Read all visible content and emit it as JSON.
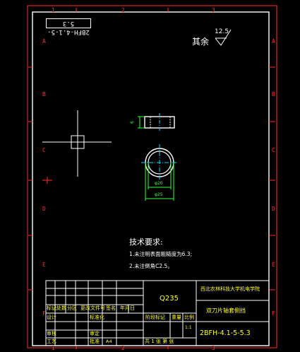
{
  "zones": {
    "top": [
      "1",
      "2",
      "3"
    ],
    "left": [
      "A",
      "B",
      "C",
      "D",
      "E",
      "F"
    ],
    "right": [
      "A",
      "B",
      "C",
      "D",
      "E",
      "F"
    ],
    "bottom": [
      "1",
      "2",
      "3"
    ]
  },
  "drawing_code_rotated": "2BFH-4.1-5-5.3",
  "roughness": {
    "label": "其余",
    "value": "12.5"
  },
  "dimensions": {
    "thickness": "6",
    "inner_diameter": "φ20",
    "outer_diameter": "φ25"
  },
  "tech_requirements": {
    "title": "技术要求:",
    "items": [
      "1.未注明表面粗糙度为6.3;",
      "2.未注倒角C2.5。"
    ]
  },
  "title_block": {
    "material": "Q235",
    "school": "西北农林科技大学机电学院",
    "part_name": "双刀片轴套侧挡",
    "drawing_number": "2BFH-4.1-5-5.3",
    "revision_headers": [
      "标记",
      "处数",
      "分区",
      "更改文件号",
      "签名",
      "年月日"
    ],
    "role_labels": [
      "设计",
      "",
      "审核",
      "工艺"
    ],
    "role_labels_mid": [
      "标准化",
      "",
      "审定",
      "批准"
    ],
    "stage_headers": [
      "阶段标记",
      "重量",
      "比例"
    ],
    "scale": "1:1",
    "sheet_size": "A4",
    "sheets": "共 1 张 第 张"
  },
  "colors": {
    "frame": "#ffffff",
    "zone_marks": "#ff3030",
    "part": "#ffffff",
    "centerline": "#00d8ff",
    "dimension": "#33ff33",
    "text": "#ffff33"
  }
}
